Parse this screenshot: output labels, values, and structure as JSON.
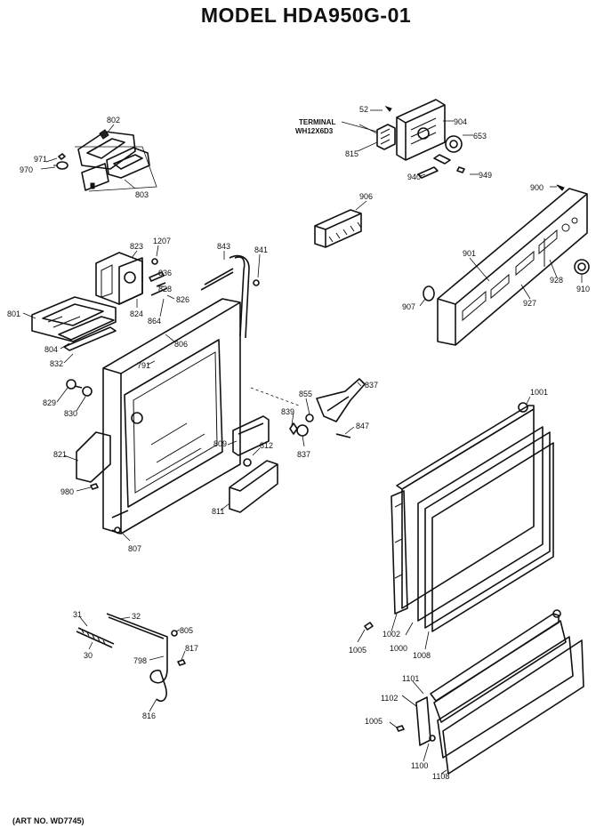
{
  "title": "MODEL HDA950G-01",
  "art_number": "(ART NO. WD7745)",
  "terminal_note": {
    "line1": "TERMINAL",
    "line2": "WH12X6D3"
  },
  "callouts": [
    {
      "id": "c-802",
      "text": "802"
    },
    {
      "id": "c-971",
      "text": "971"
    },
    {
      "id": "c-970",
      "text": "970"
    },
    {
      "id": "c-803",
      "text": "803"
    },
    {
      "id": "c-52",
      "text": "52"
    },
    {
      "id": "c-904",
      "text": "904"
    },
    {
      "id": "c-653",
      "text": "653"
    },
    {
      "id": "c-815",
      "text": "815"
    },
    {
      "id": "c-940",
      "text": "940"
    },
    {
      "id": "c-949",
      "text": "949"
    },
    {
      "id": "c-906",
      "text": "906"
    },
    {
      "id": "c-900",
      "text": "900"
    },
    {
      "id": "c-823",
      "text": "823"
    },
    {
      "id": "c-1207",
      "text": "1207"
    },
    {
      "id": "c-843",
      "text": "843"
    },
    {
      "id": "c-841",
      "text": "841"
    },
    {
      "id": "c-836",
      "text": "836"
    },
    {
      "id": "c-828",
      "text": "828"
    },
    {
      "id": "c-826",
      "text": "826"
    },
    {
      "id": "c-824",
      "text": "824"
    },
    {
      "id": "c-864",
      "text": "864"
    },
    {
      "id": "c-801",
      "text": "801"
    },
    {
      "id": "c-804",
      "text": "804"
    },
    {
      "id": "c-832",
      "text": "832"
    },
    {
      "id": "c-806",
      "text": "806"
    },
    {
      "id": "c-791",
      "text": "791"
    },
    {
      "id": "c-901",
      "text": "901"
    },
    {
      "id": "c-928",
      "text": "928"
    },
    {
      "id": "c-910",
      "text": "910"
    },
    {
      "id": "c-927",
      "text": "927"
    },
    {
      "id": "c-907",
      "text": "907"
    },
    {
      "id": "c-829",
      "text": "829"
    },
    {
      "id": "c-830",
      "text": "830"
    },
    {
      "id": "c-855",
      "text": "855"
    },
    {
      "id": "c-837a",
      "text": "837"
    },
    {
      "id": "c-839",
      "text": "839"
    },
    {
      "id": "c-847",
      "text": "847"
    },
    {
      "id": "c-837b",
      "text": "837"
    },
    {
      "id": "c-1001",
      "text": "1001"
    },
    {
      "id": "c-821",
      "text": "821"
    },
    {
      "id": "c-809",
      "text": "809"
    },
    {
      "id": "c-812",
      "text": "812"
    },
    {
      "id": "c-980",
      "text": "980"
    },
    {
      "id": "c-811",
      "text": "811"
    },
    {
      "id": "c-807",
      "text": "807"
    },
    {
      "id": "c-31",
      "text": "31"
    },
    {
      "id": "c-32",
      "text": "32"
    },
    {
      "id": "c-805",
      "text": "805"
    },
    {
      "id": "c-30",
      "text": "30"
    },
    {
      "id": "c-798",
      "text": "798"
    },
    {
      "id": "c-817",
      "text": "817"
    },
    {
      "id": "c-816",
      "text": "816"
    },
    {
      "id": "c-1005a",
      "text": "1005"
    },
    {
      "id": "c-1002",
      "text": "1002"
    },
    {
      "id": "c-1000",
      "text": "1000"
    },
    {
      "id": "c-1008",
      "text": "1008"
    },
    {
      "id": "c-1101",
      "text": "1101"
    },
    {
      "id": "c-1102",
      "text": "1102"
    },
    {
      "id": "c-1005b",
      "text": "1005"
    },
    {
      "id": "c-1100",
      "text": "1100"
    },
    {
      "id": "c-1108",
      "text": "1108"
    }
  ]
}
